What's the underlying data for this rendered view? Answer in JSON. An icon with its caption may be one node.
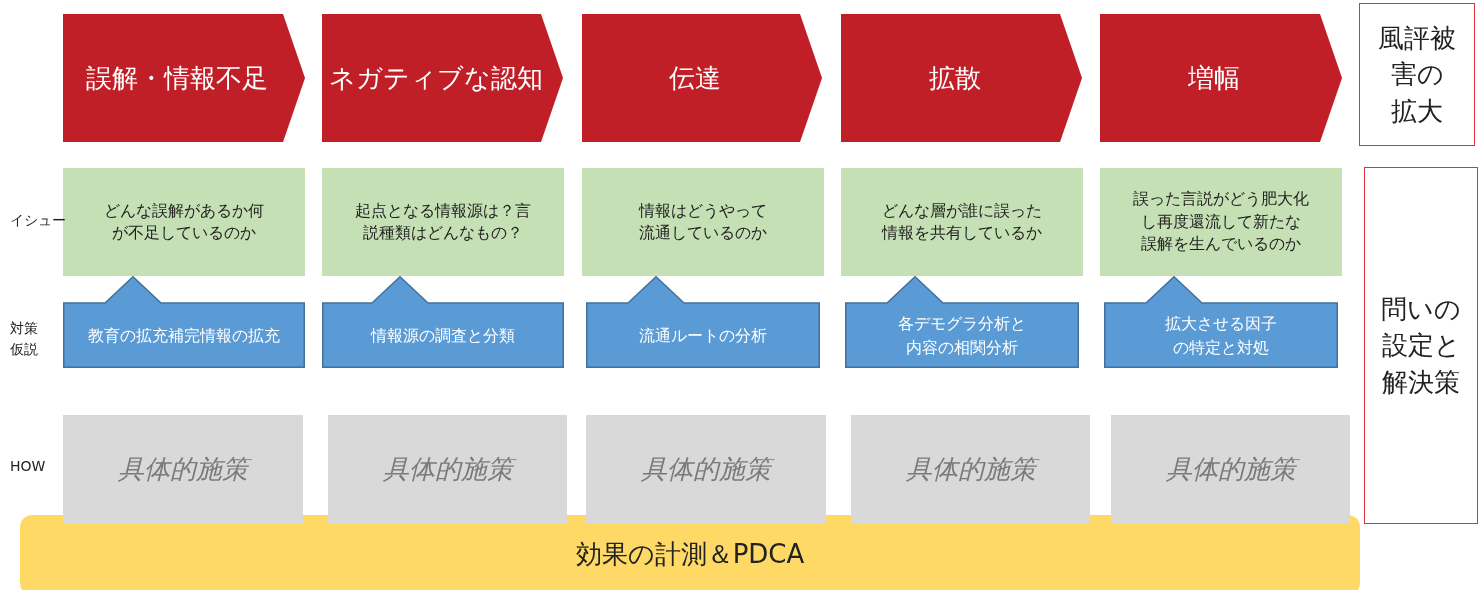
{
  "diagram": {
    "nodes": [
      {
        "text": [
          "誤解・情報不足"
        ]
      },
      {
        "text": [
          "ネガティブな認知"
        ]
      },
      {
        "text": [
          "伝達"
        ]
      },
      {
        "text": [
          "拡散"
        ]
      },
      {
        "text": [
          "増幅"
        ]
      },
      {
        "text": [
          "風評被害の拡大"
        ]
      },
      {
        "text": [
          "どんな誤解があるか何が不足しているのか"
        ]
      },
      {
        "text": [
          "起点となる情報源は？言説種類はどんなもの？"
        ]
      },
      {
        "text": [
          "情報はどうやって流通しているのか"
        ]
      },
      {
        "text": [
          "どんな層が誰に誤った情報を共有しているか"
        ]
      },
      {
        "text": [
          "誤った言説がどう肥大化し再度還流して新たな誤解を生んでいるのか"
        ]
      },
      {
        "text": [
          "教育の拡充補完情報の拡充"
        ]
      },
      {
        "text": [
          "情報源の調査と分類"
        ]
      },
      {
        "text": [
          "流通ルートの分析"
        ]
      },
      {
        "text": [
          "各デモグラ分析と内容の相関分析"
        ]
      },
      {
        "text": [
          "拡大させる因子の特定と対処"
        ]
      },
      {
        "text": [
          "問いの設定と解決策"
        ]
      },
      {
        "text": [
          "具体的施策"
        ]
      },
      {
        "text": [
          "具体的施策"
        ]
      },
      {
        "text": [
          "具体的施策"
        ]
      },
      {
        "text": [
          "具体的施策"
        ]
      },
      {
        "text": [
          "具体的施策"
        ]
      },
      {
        "text": [
          "効果の計測＆PDCA"
        ]
      }
    ],
    "labels": [
      "イシュー",
      "対策仮説",
      "HOW"
    ]
  }
}
